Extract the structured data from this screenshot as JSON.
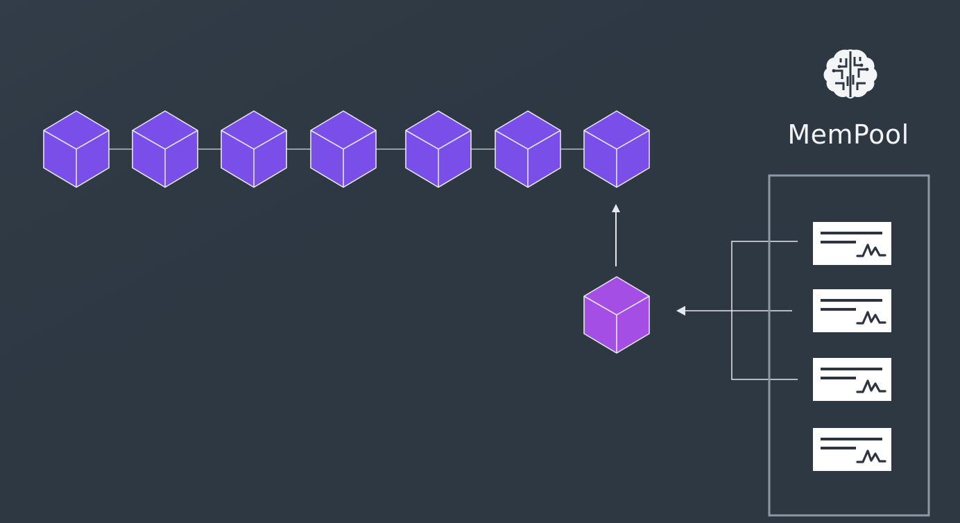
{
  "mempool": {
    "title": "MemPool",
    "icon": "brain-icon",
    "transaction_count": 4
  },
  "blockchain": {
    "block_count": 7,
    "block_color": "#7a4fe9"
  },
  "candidate_block": {
    "color": "#a44ee6"
  },
  "colors": {
    "background": "#2e3843",
    "lines": "#e6e8ec",
    "mempool_border": "#8a9aa6",
    "transaction_card": "#ffffff",
    "transaction_marks": "#2c3440"
  }
}
